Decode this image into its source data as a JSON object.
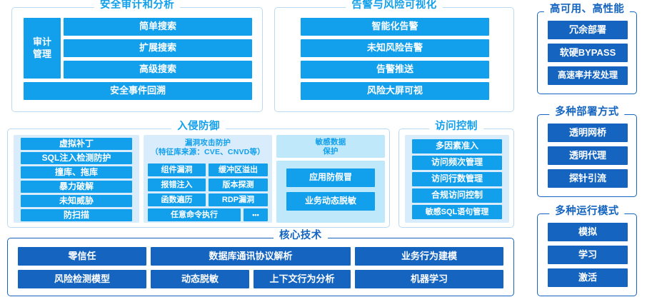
{
  "colors": {
    "primary_blue": "#12a0ec",
    "dark_blue": "#1565c0",
    "panel_border": "#bcd9f2",
    "subpanel_bg": "#d9ecfb",
    "subpanel_cyan_bg": "#bfe9fb",
    "background": "#ffffff"
  },
  "panels": {
    "security_audit": {
      "title": "安全审计和分析",
      "side_label": "审计\n管理",
      "items": [
        "简单搜索",
        "扩展搜索",
        "高级搜索"
      ],
      "full_width_item": "安全事件回溯"
    },
    "alarm_risk": {
      "title": "告警与风险可视化",
      "items": [
        "智能化告警",
        "未知风险告警",
        "告警推送",
        "风险大屏可视"
      ]
    },
    "high_availability": {
      "title": "高可用、高性能",
      "items": [
        "冗余部署",
        "软硬BYPASS",
        "高速率并发处理"
      ]
    },
    "intrusion_defense": {
      "title": "入侵防御",
      "left_items": [
        "虚拟补丁",
        "SQL注入检测防护",
        "撞库、拖库",
        "暴力破解",
        "未知威胁",
        "防扫描"
      ],
      "vuln_group": {
        "label_line1": "漏洞攻击防护",
        "label_line2": "（特征库来源：CVE、CNVD等）",
        "grid": [
          "组件漏洞",
          "缓冲区溢出",
          "报错注入",
          "版本探测",
          "函数遍历",
          "RDP漏洞"
        ],
        "wide_item": "任意命令执行",
        "more_item": "•••"
      },
      "sensitive_group": {
        "label_line1": "敏感数据",
        "label_line2": "保护",
        "items": [
          "应用防假冒",
          "业务动态脱敏"
        ]
      }
    },
    "access_control": {
      "title": "访问控制",
      "items": [
        "多因素准入",
        "访问频次管理",
        "访问行数管理",
        "合规访问控制",
        "敏感SQL语句管理"
      ]
    },
    "deployment_modes": {
      "title": "多种部署方式",
      "items": [
        "透明网桥",
        "透明代理",
        "探针引流"
      ]
    },
    "running_modes": {
      "title": "多种运行模式",
      "items": [
        "模拟",
        "学习",
        "激活"
      ]
    },
    "core_tech": {
      "title": "核心技术",
      "row1": [
        "零信任",
        "数据库通讯协议解析",
        "业务行为建模"
      ],
      "row2": [
        "风险检测模型",
        "动态脱敏",
        "上下文行为分析",
        "机器学习"
      ]
    }
  }
}
